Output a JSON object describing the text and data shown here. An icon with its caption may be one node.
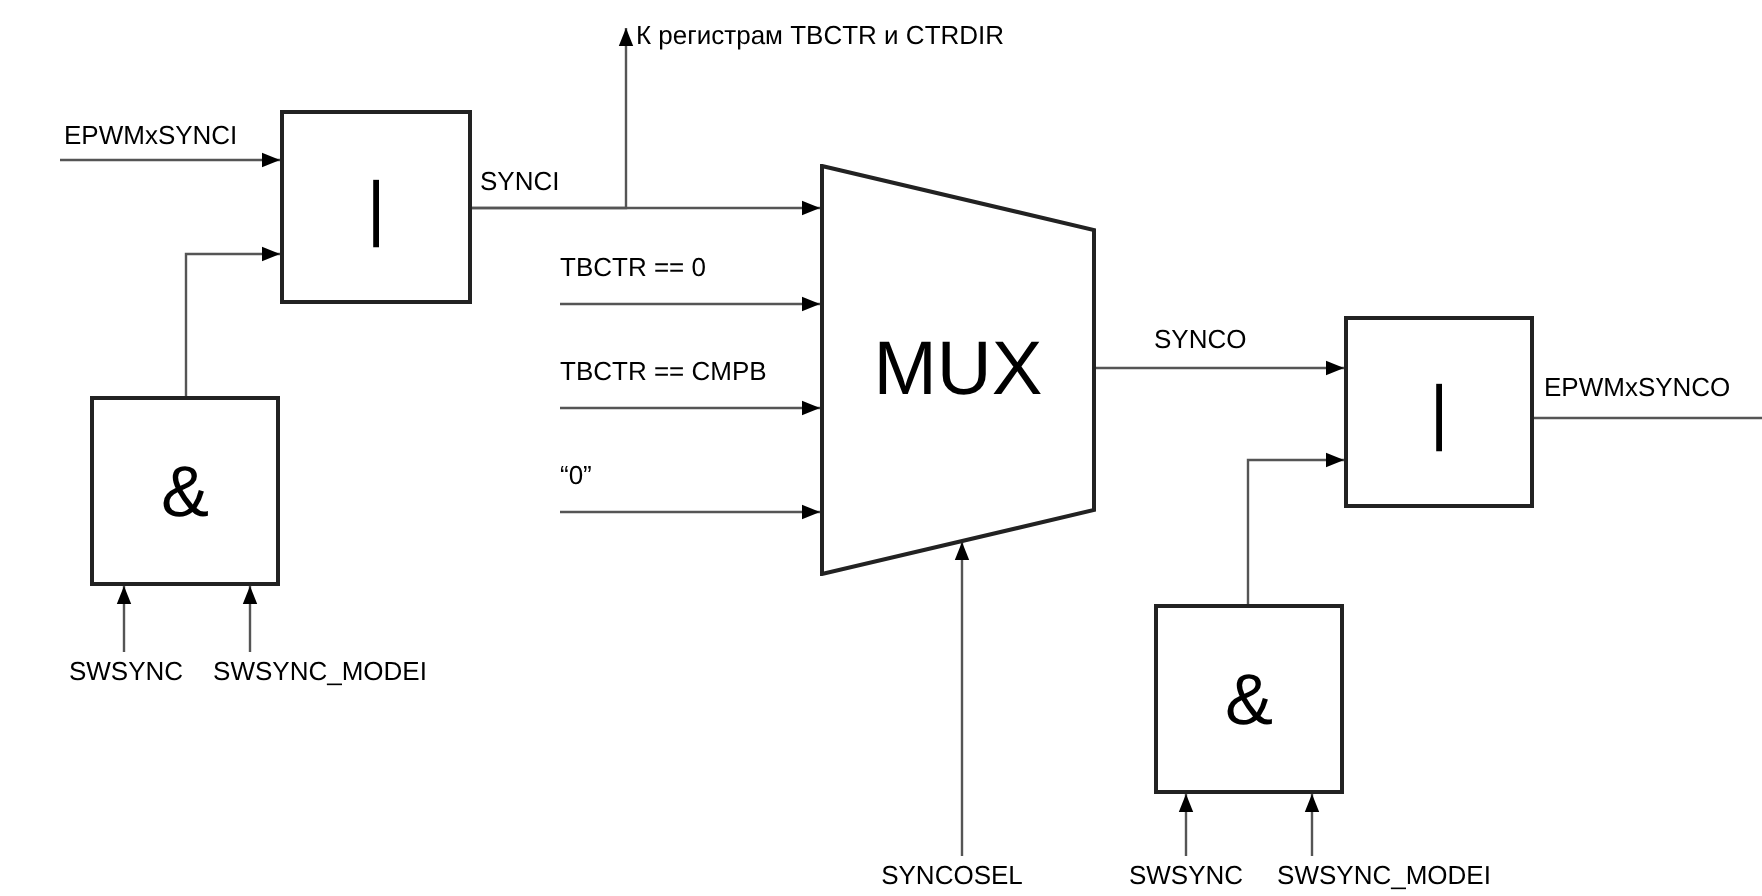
{
  "diagram": {
    "nodes": [
      {
        "text": [
          "|"
        ]
      },
      {
        "text": [
          "&"
        ]
      },
      {
        "text": [
          "MUX"
        ]
      },
      {
        "text": [
          "|"
        ]
      },
      {
        "text": [
          "&"
        ]
      },
      {
        "text": [
          "К регистрам TBCTR и CTRDIR"
        ]
      },
      {
        "text": [
          "SWSYNC"
        ]
      },
      {
        "text": [
          "SWSYNC_MODEI"
        ]
      },
      {
        "text": [
          "SYNCOSEL"
        ]
      },
      {
        "text": [
          "SWSYNC"
        ]
      },
      {
        "text": [
          "SWSYNC_MODEI"
        ]
      }
    ],
    "edges": [
      {
        "from": null,
        "to": 0,
        "arrow": "to",
        "label": "EPWMxSYNCI"
      },
      {
        "from": 1,
        "to": 0,
        "arrow": "to"
      },
      {
        "from": 0,
        "to": 2,
        "arrow": "to",
        "label": "SYNCI"
      },
      {
        "from": 0,
        "to": 5,
        "arrow": "to"
      },
      {
        "from": null,
        "to": 2,
        "arrow": "to",
        "label": "TBCTR == 0"
      },
      {
        "from": null,
        "to": 2,
        "arrow": "to",
        "label": "TBCTR == CMPB"
      },
      {
        "from": null,
        "to": 2,
        "arrow": "to",
        "label": "“0”"
      },
      {
        "from": 6,
        "to": 1,
        "arrow": "to"
      },
      {
        "from": 7,
        "to": 1,
        "arrow": "to"
      },
      {
        "from": 8,
        "to": 2,
        "arrow": "to"
      },
      {
        "from": 2,
        "to": 3,
        "arrow": "to",
        "label": "SYNCO"
      },
      {
        "from": 3,
        "to": null,
        "arrow": "none",
        "label": "EPWMxSYNCO"
      },
      {
        "from": 4,
        "to": 3,
        "arrow": "to"
      },
      {
        "from": 9,
        "to": 4,
        "arrow": "to"
      },
      {
        "from": 10,
        "to": 4,
        "arrow": "to"
      }
    ]
  }
}
